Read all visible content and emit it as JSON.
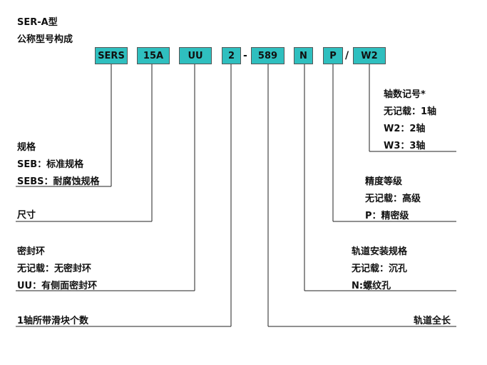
{
  "title": "SER-A型",
  "subtitle": "公称型号构成",
  "code_parts": [
    "SERS",
    "15A",
    "UU",
    "2",
    "589",
    "N",
    "P",
    "W2"
  ],
  "separators": [
    "-",
    "/"
  ],
  "groups": {
    "axis": {
      "heading": "轴数记号*",
      "lines": [
        "无记载：1轴",
        "W2：2轴",
        "W3：3轴"
      ]
    },
    "precision": {
      "heading": "精度等级",
      "lines": [
        "无记载：高级",
        "P：精密级"
      ]
    },
    "mounting": {
      "heading": "轨道安装规格",
      "lines": [
        "无记载：沉孔",
        "N:螺纹孔"
      ]
    },
    "rail_length": {
      "heading": "轨道全长"
    },
    "spec": {
      "heading": "规格",
      "lines": [
        "SEB：标准规格",
        "SEBS：耐腐蚀规格"
      ]
    },
    "size": {
      "heading": "尺寸"
    },
    "seal": {
      "heading": "密封环",
      "lines": [
        "无记载：无密封环",
        "UU：有侧面密封环"
      ]
    },
    "blocks": {
      "heading": "1轴所带滑块个数"
    }
  }
}
